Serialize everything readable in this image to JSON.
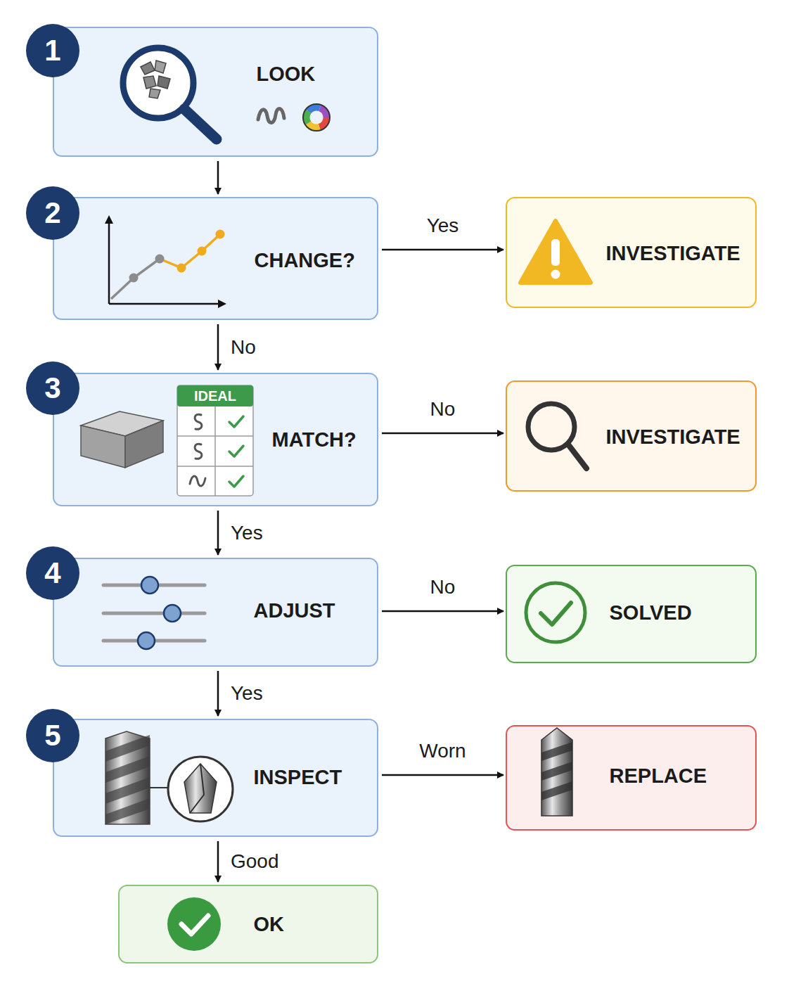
{
  "diagram": {
    "nodes": [
      {
        "text": [
          "LOOK"
        ]
      },
      {
        "text": [
          "CHANGE?"
        ]
      },
      {
        "text": [
          "INVESTIGATE"
        ]
      },
      {
        "text": [
          "MATCH?"
        ]
      },
      {
        "text": [
          "INVESTIGATE"
        ]
      },
      {
        "text": [
          "ADJUST"
        ]
      },
      {
        "text": [
          "SOLVED"
        ]
      },
      {
        "text": [
          "INSPECT"
        ]
      },
      {
        "text": [
          "REPLACE"
        ]
      },
      {
        "text": [
          "OK"
        ]
      }
    ],
    "edges": [
      {
        "from": 0,
        "to": 1,
        "arrow": "to"
      },
      {
        "from": 1,
        "to": 2,
        "label": "Yes",
        "arrow": "to"
      },
      {
        "from": 1,
        "to": 3,
        "label": "No",
        "arrow": "to"
      },
      {
        "from": 3,
        "to": 4,
        "label": "No",
        "arrow": "to"
      },
      {
        "from": 3,
        "to": 5,
        "label": "Yes",
        "arrow": "to"
      },
      {
        "from": 5,
        "to": 6,
        "label": "No",
        "arrow": "to"
      },
      {
        "from": 5,
        "to": 7,
        "label": "Yes",
        "arrow": "to"
      },
      {
        "from": 7,
        "to": 8,
        "label": "Worn",
        "arrow": "to"
      },
      {
        "from": 7,
        "to": 9,
        "label": "Good",
        "arrow": "to"
      }
    ],
    "labels": [
      "1",
      "2",
      "3",
      "4",
      "5",
      "IDEAL"
    ]
  }
}
